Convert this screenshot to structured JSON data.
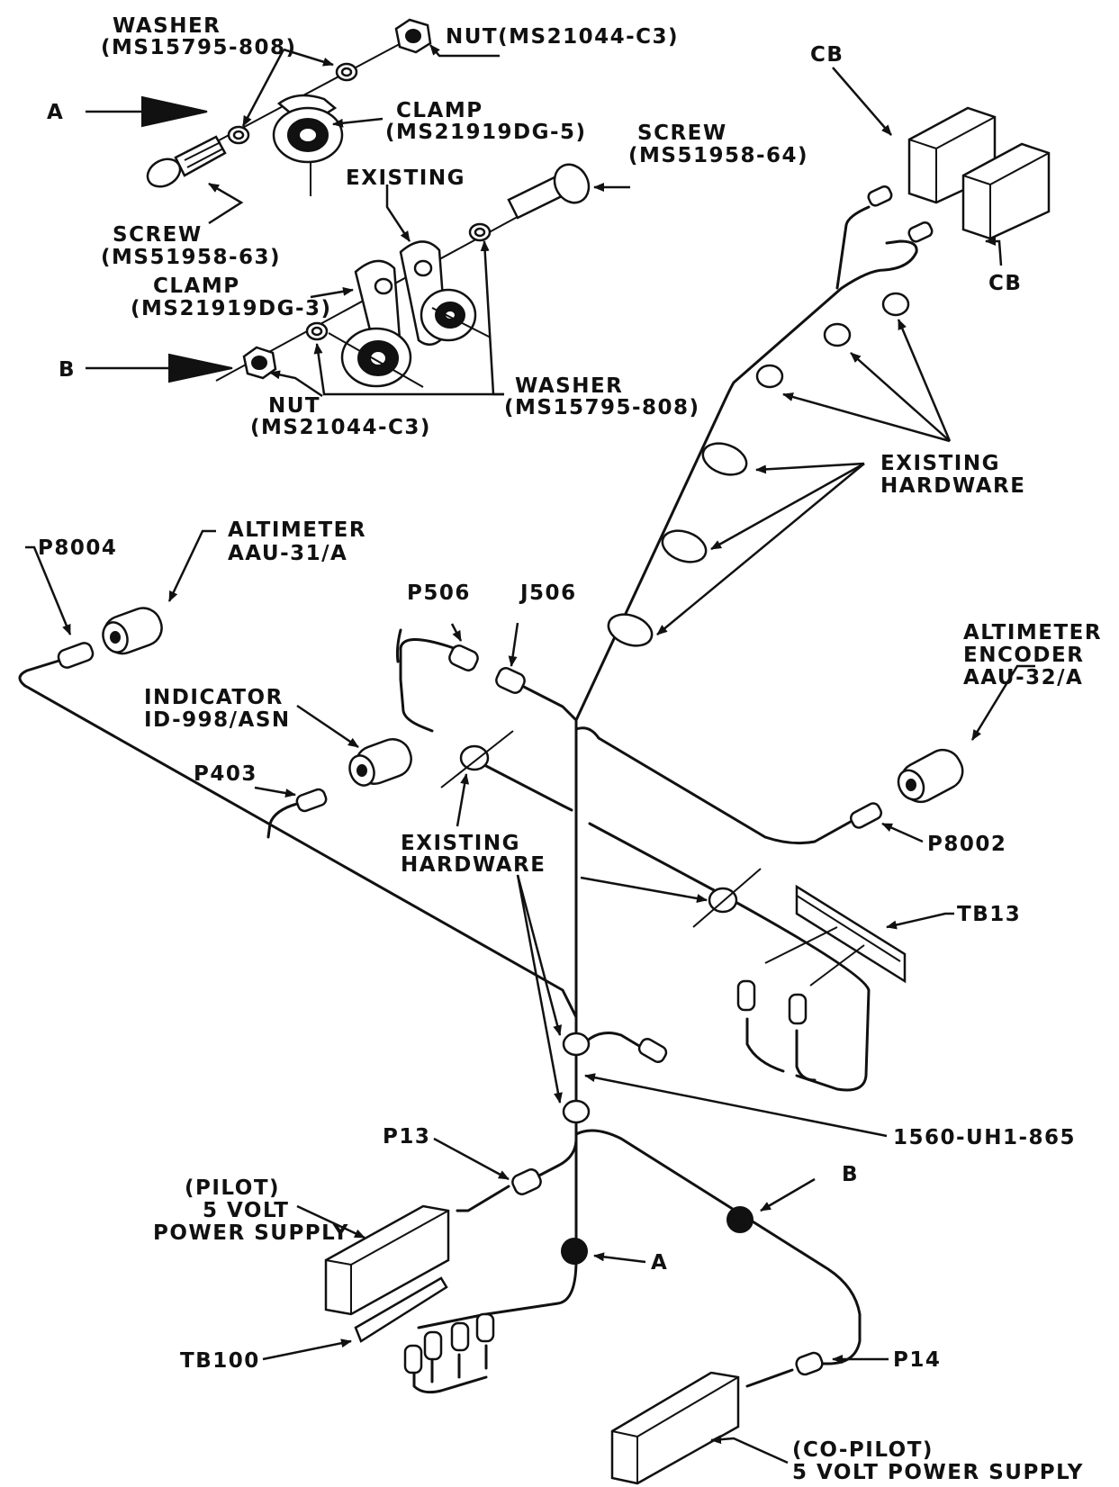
{
  "hardware_detail": {
    "washer_top": {
      "line1": "WASHER",
      "line2": "(MS15795-808)"
    },
    "nut_top": "NUT(MS21044-C3)",
    "arrow_a": "A",
    "clamp_top": {
      "line1": "CLAMP",
      "line2": "(MS21919DG-5)"
    },
    "screw_right": {
      "line1": "SCREW",
      "line2": "(MS51958-64)"
    },
    "existing": "EXISTING",
    "screw_left": {
      "line1": "SCREW",
      "line2": "(MS51958-63)"
    },
    "clamp_mid": {
      "line1": "CLAMP",
      "line2": "(MS21919DG-3)"
    },
    "arrow_b": "B",
    "nut_bottom": {
      "line1": "NUT",
      "line2": "(MS21044-C3)"
    },
    "washer_bottom": {
      "line1": "WASHER",
      "line2": "(MS15795-808)"
    }
  },
  "harness": {
    "cb_top": "CB",
    "cb_bottom": "CB",
    "existing_hardware_right": {
      "line1": "EXISTING",
      "line2": "HARDWARE"
    },
    "p8004": "P8004",
    "altimeter": {
      "line1": "ALTIMETER",
      "line2": "AAU-31/A"
    },
    "p506": "P506",
    "j506": "J506",
    "altimeter_encoder": {
      "line1": "ALTIMETER",
      "line2": "ENCODER",
      "line3": "AAU-32/A"
    },
    "indicator": {
      "line1": "INDICATOR",
      "line2": "ID-998/ASN"
    },
    "p403": "P403",
    "existing_hardware_center": {
      "line1": "EXISTING",
      "line2": "HARDWARE"
    },
    "p8002": "P8002",
    "tb13": "TB13",
    "harness_id": "1560-UH1-865",
    "p13": "P13",
    "pilot_supply": {
      "line1": "(PILOT)",
      "line2": "5 VOLT",
      "line3": "POWER SUPPLY"
    },
    "point_a": "A",
    "point_b": "B",
    "tb100": "TB100",
    "p14": "P14",
    "copilot_supply": {
      "line1": "(CO-PILOT)",
      "line2": "5 VOLT POWER SUPPLY"
    }
  }
}
